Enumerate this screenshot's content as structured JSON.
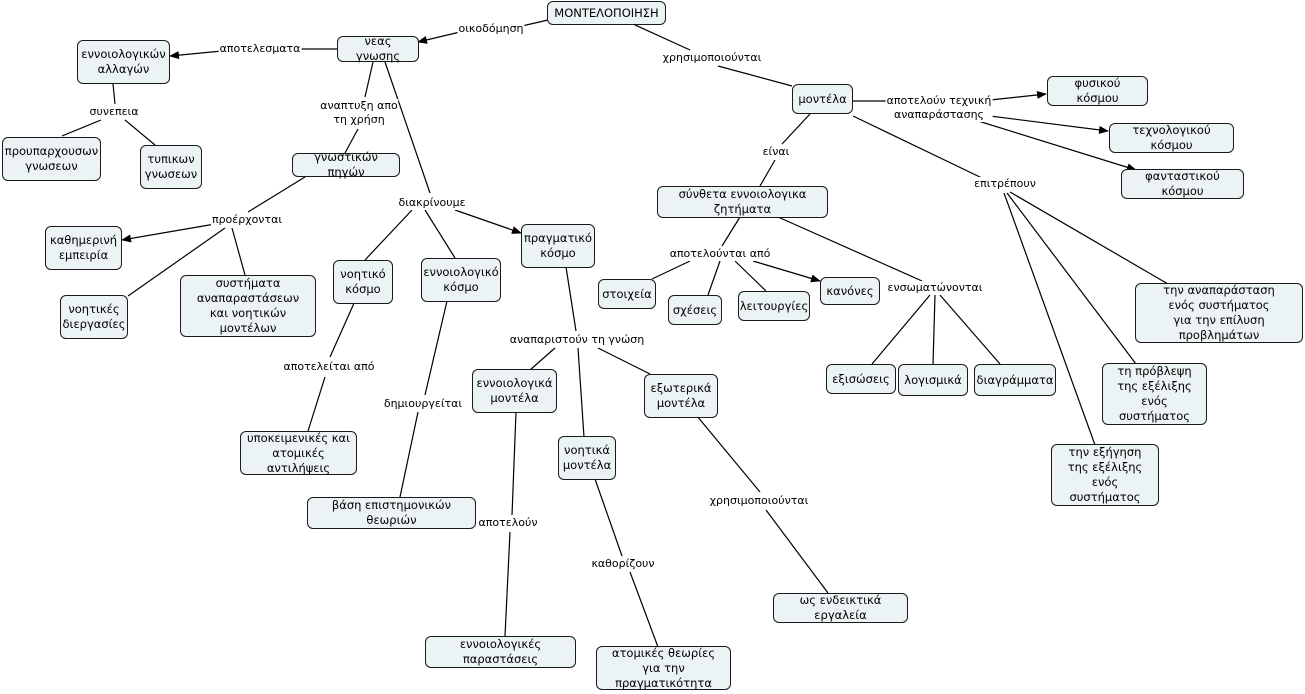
{
  "concepts": {
    "modelopoiisi": "ΜΟΝΤΕΛΟΠΟΙΗΣΗ",
    "neas_gnosis": "νεας γνωσης",
    "ennoiologikon_allagon": "εννοιολογικών\nαλλαγών",
    "proyparxouson": "προυπαρχουσων\nγνωσεων",
    "typikon": "τυπικων\nγνωσεων",
    "gnostikon_pigon": "γνωστικών πηγών",
    "kathimerini": "καθημερινή\nεμπειρία",
    "noitikes_diergasies": "νοητικές\nδιεργασίες",
    "systimata": "συστήματα\nαναπαραστάσεων\nκαι νοητικών μοντέλων",
    "noitiko_kosmo": "νοητικό\nκόσμο",
    "ennoiologiko_kosmo": "εννοιολογικό\nκόσμο",
    "pragmatiko_kosmo": "πραγματικό\nκόσμο",
    "ypokeimenikes": "υποκειμενικές και\nατομικές αντιλήψεις",
    "vasi": "βάση επιστημονικών θεωριών",
    "ennoiologika_montela": "εννοιολογικά\nμοντέλα",
    "noitika_montela": "νοητικά\nμοντέλα",
    "exoterika_montela": "εξωτερικά\nμοντέλα",
    "ennoiologikes_parastaseis": "εννοιολογικές παραστάσεις",
    "atomikes_theories": "ατομικές θεωρίες\nγια την πραγματικότητα",
    "ergaleia": "ως ενδεικτικά εργαλεία",
    "montela": "μοντέλα",
    "fysikou": "φυσικού κόσμου",
    "technologikou": "τεχνολογικού κόσμου",
    "fantastikou": "φανταστικού κόσμου",
    "syntheta": "σύνθετα εννοιολογικα ζητήματα",
    "stoixeia": "στοιχεία",
    "sxeseis": "σχέσεις",
    "leitourgies": "λειτουργίες",
    "kanones": "κανόνες",
    "exisoseis": "εξισώσεις",
    "logismika": "λογισμικά",
    "diagrammata": "διαγράμματα",
    "anaparastasi": "την αναπαράσταση\nενός συστήματος\nγια την επίλυση προβλημάτων",
    "provlepsi": "τη πρόβλεψη\nτης εξέλιξης\nενός συστήματος",
    "exigisi": "την εξήγηση\nτης εξέλιξης\nενός συστήματος"
  },
  "linking_phrases": {
    "oikodomisi": "οικοδόμηση",
    "xrisimopoiountai_top": "χρησιμοποιούνται",
    "apotelesmata": "αποτελεσματα",
    "synepeia": "συνεπεια",
    "anaptyxi": "αναπτυξη απο\nτη χρήση",
    "proerxontai": "προέρχονται",
    "diakrinoume": "διακρίνουμε",
    "apoteleitai": "αποτελείται από",
    "dimiourgeitai": "δημιουργείται",
    "anaparistoun": "αναπαριστούν τη γνώση",
    "apoteloun": "αποτελούν",
    "kathorizoun": "καθορίζουν",
    "xrisimopoiountai_mid": "χρησιμοποιούνται",
    "apoteloun_texniki": "αποτελούν τεχνική\nαναπαράστασης",
    "einai": "είναι",
    "epitrepoun": "επιτρέπουν",
    "apoteloun_apo": "αποτελούνται από",
    "ensomatonontai": "ενσωματώνονται"
  },
  "colors": {
    "node_fill": "#ecf3f4",
    "node_border": "#1a1a1a",
    "line": "#000000"
  }
}
